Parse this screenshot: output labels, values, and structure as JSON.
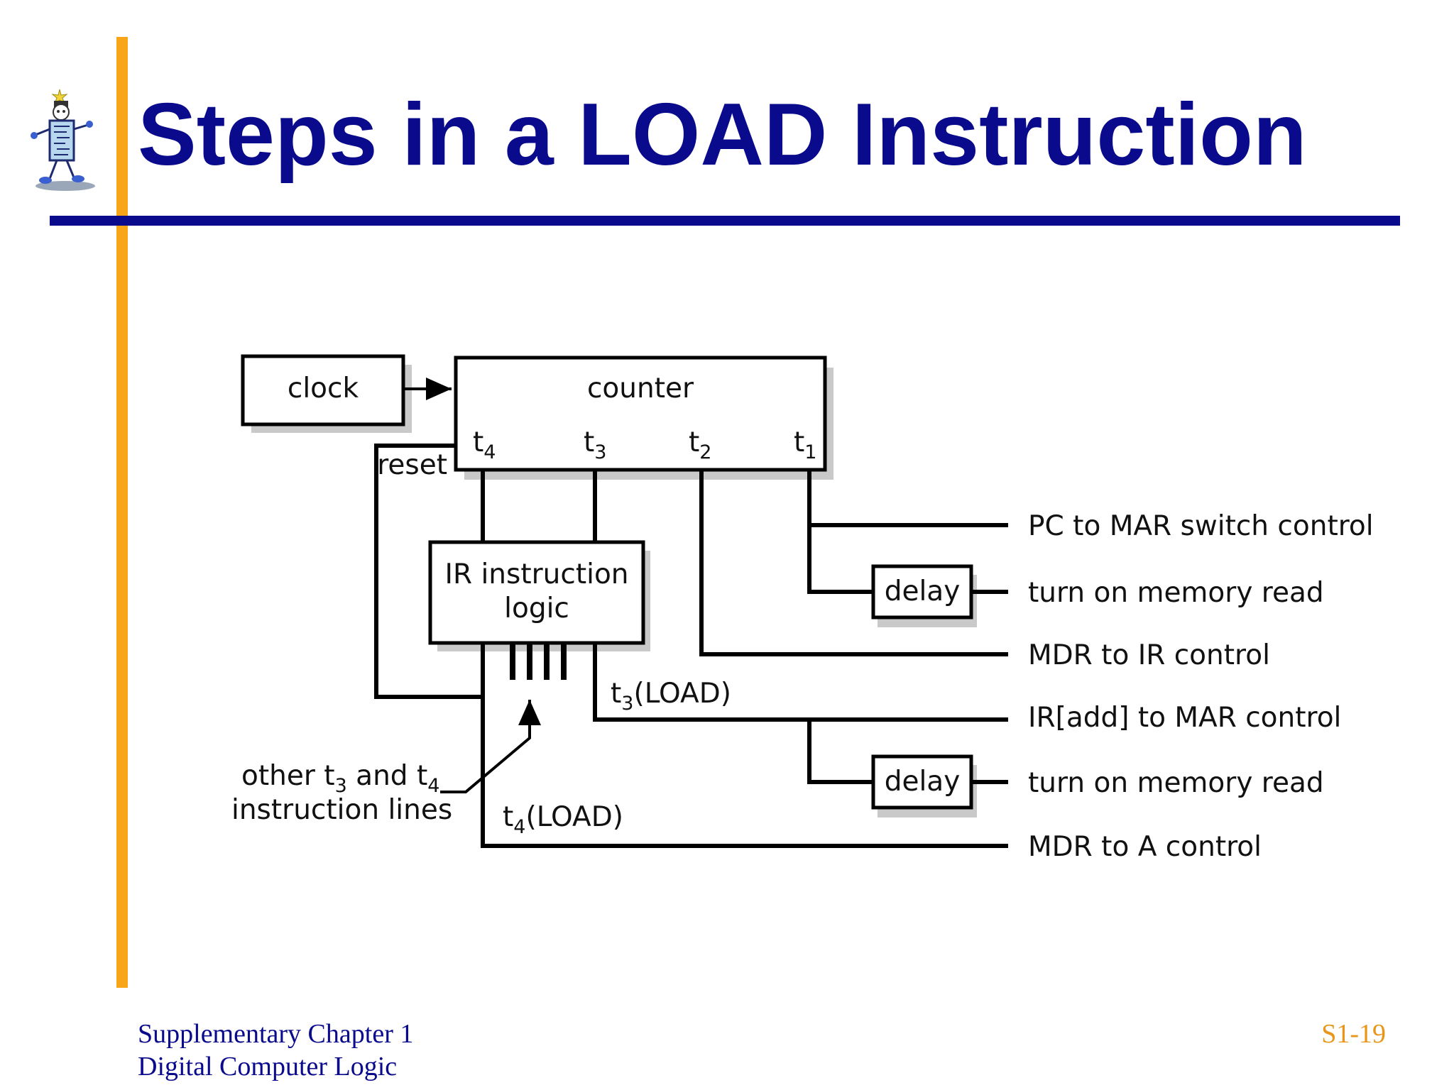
{
  "slide": {
    "title": "Steps in a LOAD Instruction",
    "footer_line1": "Supplementary Chapter 1",
    "footer_line2": "Digital Computer Logic",
    "page_number": "S1-19"
  },
  "colors": {
    "title": "#0a0a8c",
    "accent_bar": "#f9a51a",
    "page_number": "#e8961a"
  },
  "diagram": {
    "clock": "clock",
    "counter": "counter",
    "reset": "reset",
    "taps": [
      {
        "base": "t",
        "sub": "4"
      },
      {
        "base": "t",
        "sub": "3"
      },
      {
        "base": "t",
        "sub": "2"
      },
      {
        "base": "t",
        "sub": "1"
      }
    ],
    "ir_logic_line1": "IR instruction",
    "ir_logic_line2": "logic",
    "delay": "delay",
    "t3_load": {
      "base": "t",
      "sub": "3",
      "rest": "(LOAD)"
    },
    "t4_load": {
      "base": "t",
      "sub": "4",
      "rest": "(LOAD)"
    },
    "other_lines": {
      "prefix": "other t",
      "sub1": "3",
      "mid": " and t",
      "sub2": "4",
      "line2": "instruction lines"
    },
    "outputs": [
      "PC to MAR switch control",
      "turn on memory read",
      "MDR to IR control",
      "IR[add] to MAR control",
      "turn on memory read",
      "MDR to A control"
    ]
  }
}
